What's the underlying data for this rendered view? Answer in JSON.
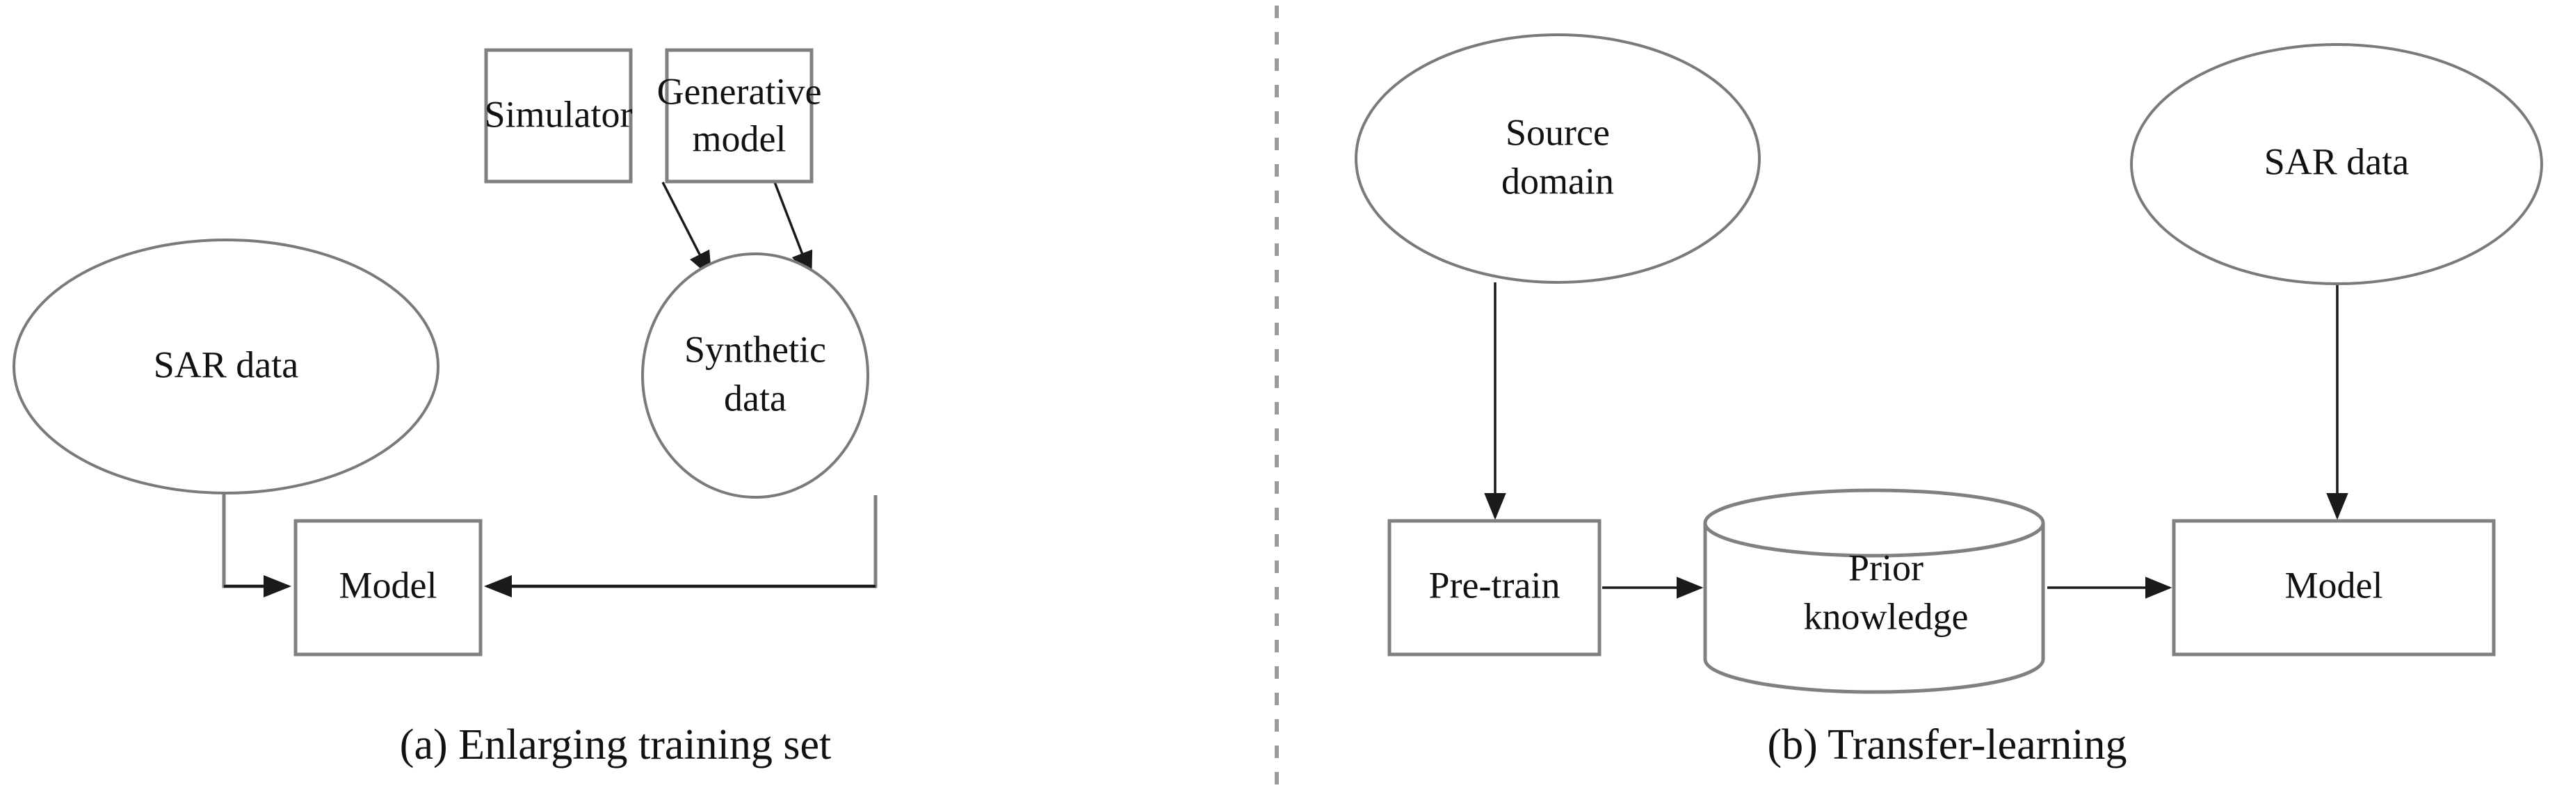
{
  "figure": {
    "title": "Two strategies for handling limited SAR training data",
    "background_color": "#ffffff",
    "shape_stroke_color": "#808080",
    "arrow_color": "#1a1a1a",
    "text_color": "#111111",
    "divider_color": "#9a9a9a"
  },
  "panels": [
    {
      "id": "a",
      "caption": "(a) Enlarging training set",
      "nodes": {
        "sar_data": "SAR data",
        "simulator": "Simulator",
        "generative_model_line1": "Generative",
        "generative_model_line2": "model",
        "synthetic_data_line1": "Synthetic",
        "synthetic_data_line2": "data",
        "model": "Model"
      },
      "edges": [
        {
          "from": "Simulator",
          "to": "Synthetic data"
        },
        {
          "from": "Generative model",
          "to": "Synthetic data"
        },
        {
          "from": "SAR data",
          "to": "Model"
        },
        {
          "from": "Synthetic data",
          "to": "Model"
        }
      ]
    },
    {
      "id": "b",
      "caption": "(b) Transfer-learning",
      "nodes": {
        "source_domain_line1": "Source",
        "source_domain_line2": "domain",
        "sar_data": "SAR data",
        "pre_train": "Pre-train",
        "prior_knowledge_line1": "Prior",
        "prior_knowledge_line2": "knowledge",
        "model": "Model"
      },
      "edges": [
        {
          "from": "Source domain",
          "to": "Pre-train"
        },
        {
          "from": "Pre-train",
          "to": "Prior knowledge"
        },
        {
          "from": "Prior knowledge",
          "to": "Model"
        },
        {
          "from": "SAR data",
          "to": "Model"
        }
      ]
    }
  ]
}
